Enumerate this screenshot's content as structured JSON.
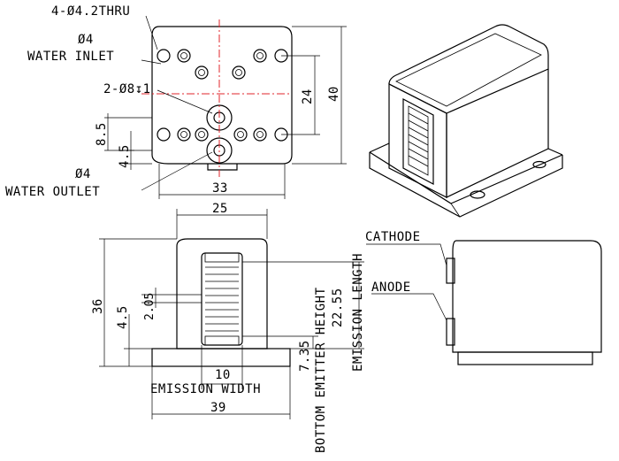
{
  "labels": {
    "thru_holes": "4-Ø4.2THRU",
    "inlet_dia": "Ø4",
    "water_inlet": "WATER INLET",
    "pin_holes": "2-Ø8↧1",
    "outlet_dia": "Ø4",
    "water_outlet": "WATER OUTLET",
    "cathode": "CATHODE",
    "anode": "ANODE",
    "emission_width": "EMISSION WIDTH",
    "bottom_emitter_height": "BOTTOM EMITTER HEIGHT",
    "emission_length": "EMISSION LENGTH"
  },
  "dimensions": {
    "top_width": "33",
    "top_height": "40",
    "top_hole_spacing": "24",
    "top_85": "8.5",
    "top_45": "4.5",
    "front_top_width": "25",
    "front_height": "36",
    "front_205": "2.05",
    "front_45": "4.5",
    "front_10": "10",
    "front_base_width": "39",
    "front_735": "7.35",
    "front_2255": "22.55"
  }
}
